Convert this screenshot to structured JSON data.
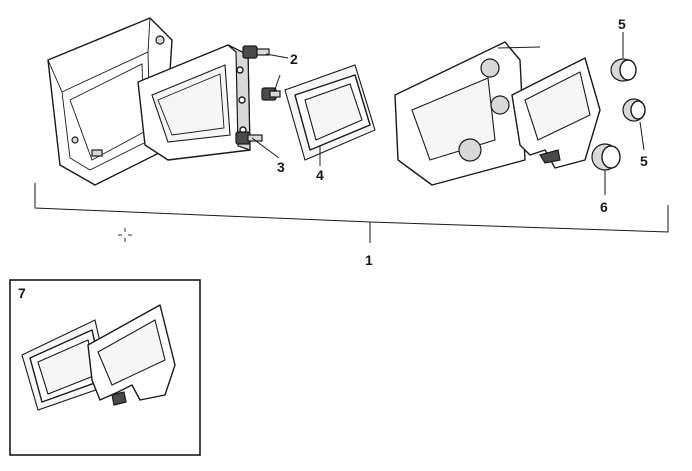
{
  "diagram": {
    "callouts": {
      "c1": "1",
      "c2": "2",
      "c3": "3",
      "c4": "4",
      "c5a": "5",
      "c5b": "5",
      "c6": "6",
      "c7": "7"
    },
    "colors": {
      "line": "#1a1a1a",
      "fill_light": "#d9d9d9",
      "fill_dark": "#4a4a4a",
      "background": "#ffffff"
    }
  }
}
